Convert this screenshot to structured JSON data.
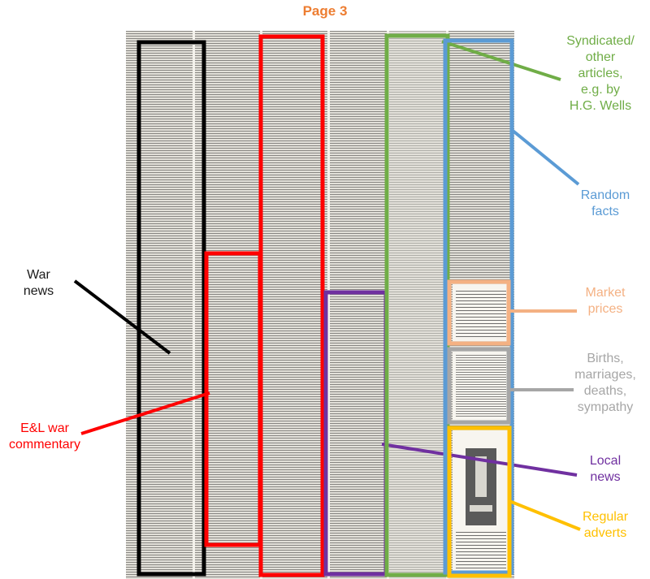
{
  "title": "Page 3",
  "labels": {
    "syndicated": [
      "Syndicated/",
      "other",
      "articles,",
      "e.g. by",
      "H.G. Wells"
    ],
    "random_facts": [
      "Random",
      "facts"
    ],
    "market_prices": [
      "Market",
      "prices"
    ],
    "births": [
      "Births,",
      "marriages,",
      "deaths,",
      "sympathy"
    ],
    "local_news": [
      "Local",
      "news"
    ],
    "regular_adverts": [
      "Regular",
      "adverts"
    ],
    "war_news": [
      "War",
      "news"
    ],
    "el_war_commentary": [
      "E&L war",
      "commentary"
    ]
  },
  "colors": {
    "title": "#ed7d31",
    "war_news": "#000000",
    "el_war_commentary": "#ff0000",
    "local_news": "#7030a0",
    "syndicated": "#70ad47",
    "random_facts": "#5b9bd5",
    "market_prices": "#f4b183",
    "births": "#a6a6a6",
    "regular_adverts": "#ffc000"
  }
}
